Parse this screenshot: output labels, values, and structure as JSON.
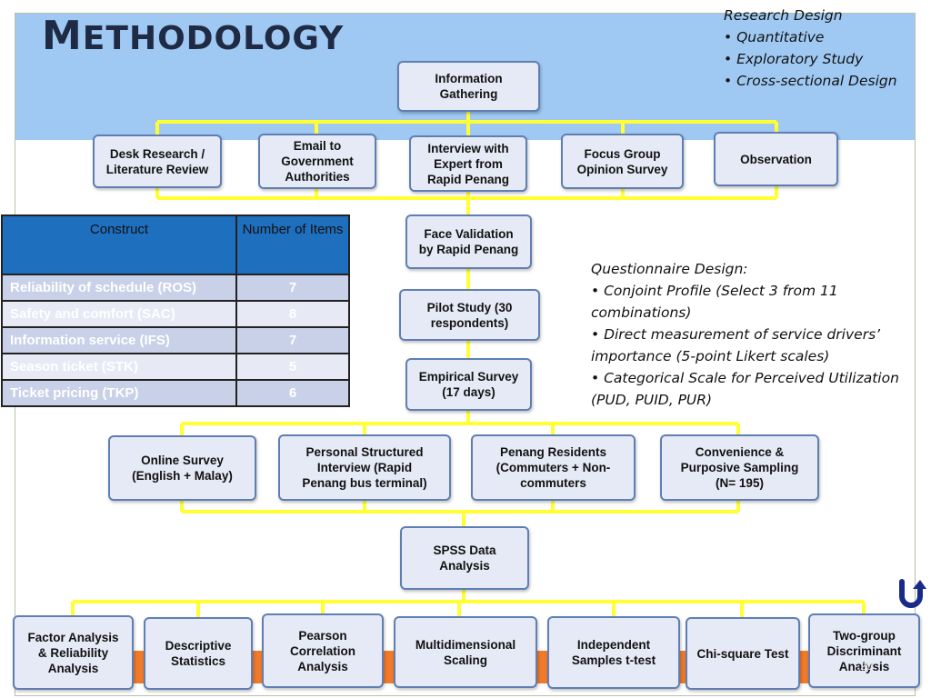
{
  "title": {
    "first": "M",
    "rest": "ETHODOLOGY"
  },
  "research_design": {
    "heading": "Research Design",
    "items": [
      "• Quantitative",
      "• Exploratory Study",
      "• Cross-sectional Design"
    ]
  },
  "questionnaire": {
    "heading": "Questionnaire Design:",
    "items": [
      "• Conjoint Profile (Select 3 from 11\ncombinations)",
      "• Direct measurement of service drivers’\nimportance (5-point Likert scales)",
      "• Categorical Scale for Perceived Utilization\n(PUD, PUID, PUR)"
    ]
  },
  "table": {
    "headers": [
      "Construct",
      "Number of Items"
    ],
    "rows": [
      [
        "Reliability of schedule (ROS)",
        "7"
      ],
      [
        "Safety and comfort (SAC)",
        "8"
      ],
      [
        "Information service (IFS)",
        "7"
      ],
      [
        "Season ticket (STK)",
        "5"
      ],
      [
        "Ticket pricing (TKP)",
        "6"
      ]
    ]
  },
  "boxes": {
    "info_gathering": "Information\nGathering",
    "desk": "Desk Research /\nLiterature Review",
    "email": "Email to\nGovernment\nAuthorities",
    "interview": "Interview with\nExpert from\nRapid Penang",
    "focus": "Focus Group\nOpinion Survey",
    "observation": "Observation",
    "face": "Face Validation\nby Rapid Penang",
    "pilot": "Pilot Study (30\nrespondents)",
    "empirical": "Empirical Survey\n(17 days)",
    "online": "Online Survey\n(English + Malay)",
    "personal": "Personal Structured\nInterview (Rapid\nPenang bus terminal)",
    "residents": "Penang Residents\n(Commuters + Non-\ncommuters",
    "convenience": "Convenience &\nPurposive Sampling\n(N= 195)",
    "spss": "SPSS Data\nAnalysis",
    "factor": "Factor Analysis\n& Reliability\nAnalysis",
    "descriptive": "Descriptive\nStatistics",
    "pearson": "Pearson\nCorrelation\nAnalysis",
    "mds": "Multidimensional\nScaling",
    "ttest": "Independent\nSamples t-test",
    "chi": "Chi-square Test",
    "discriminant": "Two-group\nDiscriminant\nAnalysis"
  },
  "page_number": "20",
  "colors": {
    "connector": "#ffff33",
    "box_border": "#5f7fb4",
    "band_top": "#9fc9f3",
    "band_bottom": "#f07a2a"
  }
}
